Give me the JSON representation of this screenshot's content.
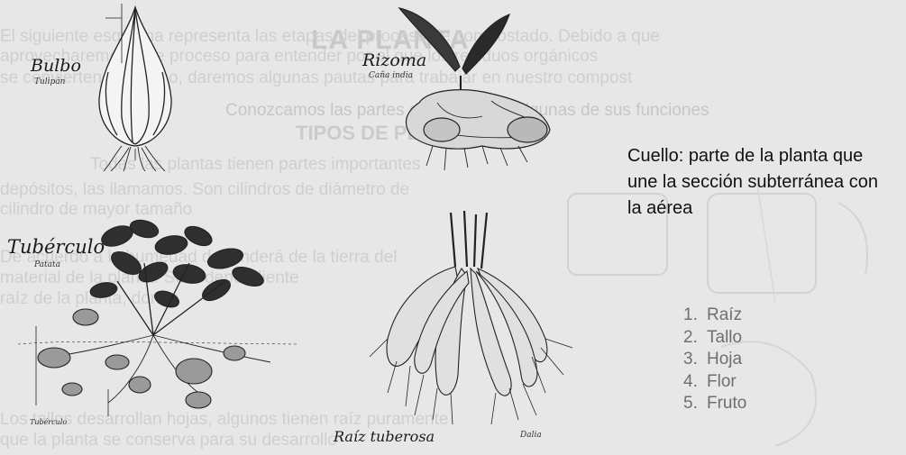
{
  "background_text": {
    "title": "LA PLANTA",
    "line1": "El siguiente  esquema   representa   las   etapas   del proceso de compostado. Debido a que",
    "line2": "aprovecharemos este proceso para entender por el que los residuos orgánicos",
    "line3": "se convierten en abono, daremos algunas pautas para trabajar en nuestro compost",
    "intro": "Conozcamos las partes de la planta y algunas de sus funciones",
    "heading": "TIPOS DE PLANTAS",
    "line5": "Todas las plantas tienen partes importantes",
    "line6": "depósitos, las llamamos. Son cilindros de diámetro de",
    "line7": "cilindro de mayor tamaño",
    "line8": "De acuerdo a la humedad dependerá de la tierra del",
    "line9": "material de la planta. Será dependiente",
    "line10": "raíz de la planta, donde",
    "line11": "Los tallos desarrollan hojas, algunos tienen raíz puramente",
    "line12": "que la planta se conserva para su desarrollo"
  },
  "plant_parts": [
    {
      "num": "1.",
      "name": "Raíz"
    },
    {
      "num": "2.",
      "name": "Tallo"
    },
    {
      "num": "3.",
      "name": "Hoja"
    },
    {
      "num": "4.",
      "name": "Flor"
    },
    {
      "num": "5.",
      "name": "Fruto"
    }
  ],
  "caption": "Cuello: parte de la planta que une la sección subterránea con la aérea",
  "illustrations": {
    "bulbo": {
      "label": "Bulbo",
      "sublabel": "Tulipán"
    },
    "rizoma": {
      "label": "Rizoma",
      "sublabel": "Caña india"
    },
    "tuberculo": {
      "label": "Tubérculo",
      "sublabel": "Patata",
      "bottom_label": "Tubérculo"
    },
    "raiz_tuberosa": {
      "label": "Raíz tuberosa",
      "sublabel": "Dalia"
    }
  }
}
